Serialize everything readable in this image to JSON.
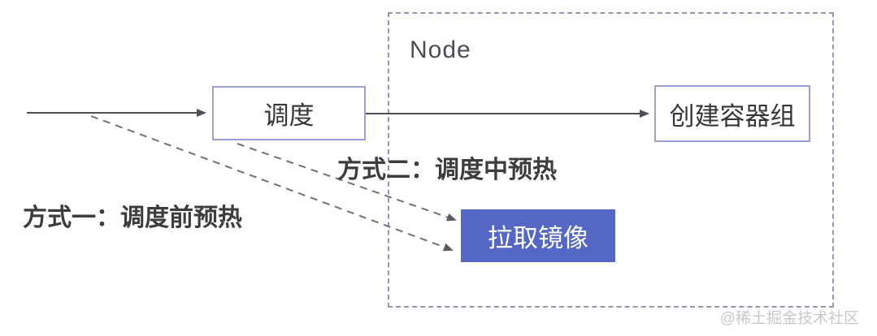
{
  "diagram": {
    "node_label": "Node",
    "boxes": {
      "schedule": "调度",
      "create_pod": "创建容器组",
      "pull_image": "拉取镜像"
    },
    "labels": {
      "method1": "方式一：调度前预热",
      "method2": "方式二：调度中预热"
    },
    "watermark": "@稀土掘金技术社区",
    "colors": {
      "box_border": "#9aa1d2",
      "pull_image_bg": "#5567c5",
      "pull_image_text": "#ffffff",
      "node_dashed_border": "#9298ab",
      "solid_arrow": "#4f4f55",
      "dashed_arrow": "#707078",
      "box_text": "#36363a",
      "label_text": "#3d3d40",
      "node_text": "#4c4c52",
      "watermark_text": "#c9c9c9"
    }
  }
}
